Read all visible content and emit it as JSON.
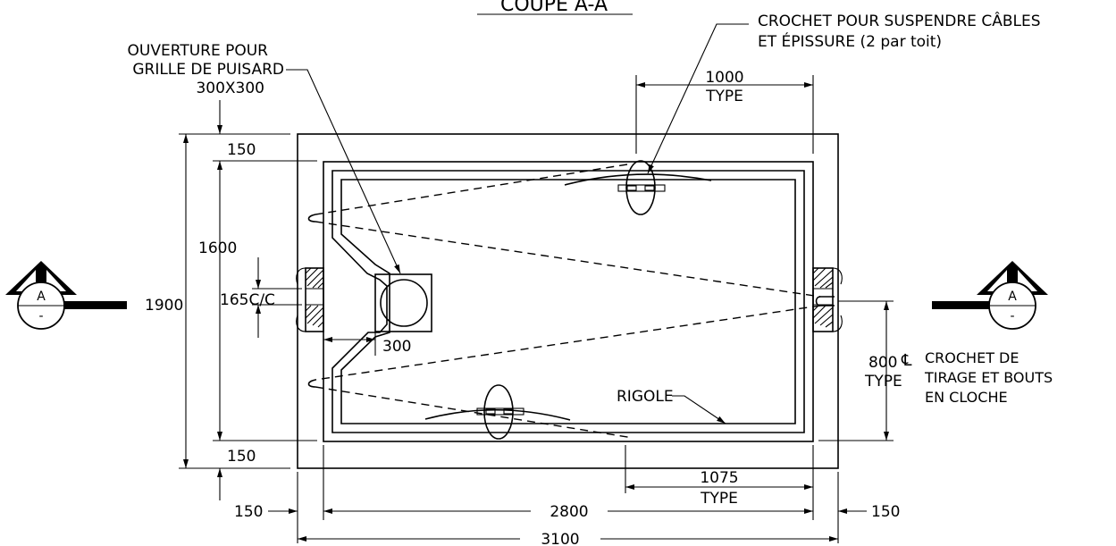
{
  "title": "COUPE A-A",
  "labels": {
    "hook_note_line1": "CROCHET POUR SUSPENDRE CÂBLES",
    "hook_note_line2": "ET ÉPISSURE (2 par toit)",
    "opening_line1": "OUVERTURE POUR",
    "opening_line2": "GRILLE DE PUISARD",
    "opening_line3": "300X300",
    "pull_hook_line1": "CROCHET DE",
    "pull_hook_line2": "TIRAGE ET BOUTS",
    "pull_hook_line3": "EN CLOCHE",
    "rigole": "RIGOLE",
    "centerline": "℄"
  },
  "dimensions": {
    "top_1000": "1000",
    "top_1000_type": "TYPE",
    "left_150_top": "150",
    "left_1600": "1600",
    "left_1900": "1900",
    "left_165": "165C/C",
    "left_150_bottom": "150",
    "mid_300": "300",
    "right_800": "800",
    "right_800_type": "TYPE",
    "bottom_1075": "1075",
    "bottom_1075_type": "TYPE",
    "bottom_150_left": "150",
    "bottom_2800": "2800",
    "bottom_150_right": "150",
    "bottom_3100": "3100"
  },
  "section_markers": {
    "left_letter": "A",
    "left_sub": "-",
    "right_letter": "A",
    "right_sub": "-"
  }
}
